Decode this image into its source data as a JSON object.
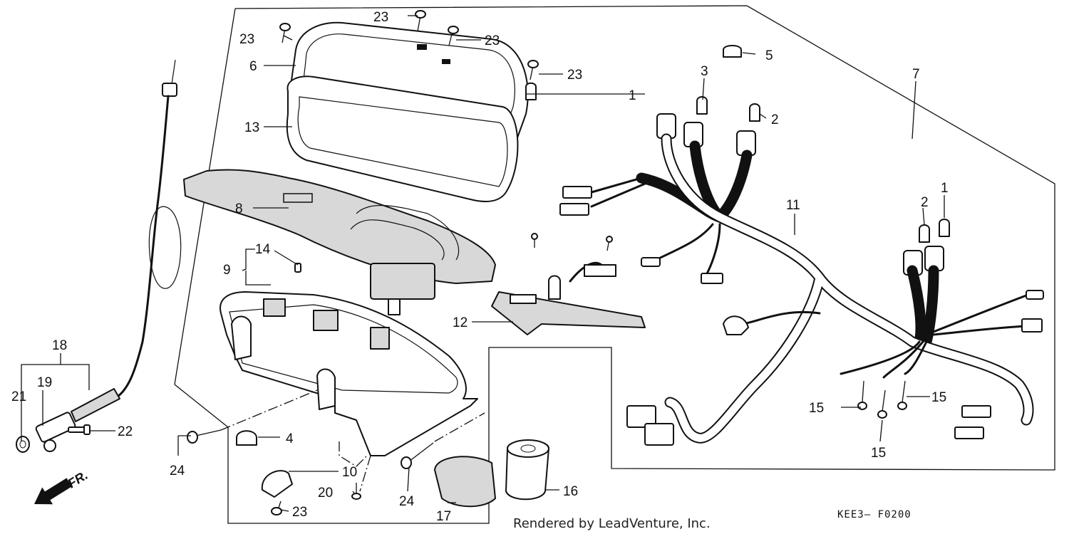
{
  "callouts": {
    "c1a": "1",
    "c1b": "1",
    "c2a": "2",
    "c2b": "2",
    "c3": "3",
    "c4": "4",
    "c5": "5",
    "c6": "6",
    "c7": "7",
    "c8": "8",
    "c9": "9",
    "c10": "10",
    "c11": "11",
    "c12": "12",
    "c13": "13",
    "c14": "14",
    "c15a": "15",
    "c15b": "15",
    "c15c": "15",
    "c16": "16",
    "c17": "17",
    "c18": "18",
    "c19": "19",
    "c20": "20",
    "c21": "21",
    "c22": "22",
    "c23a": "23",
    "c23b": "23",
    "c23c": "23",
    "c23d": "23",
    "c23e": "23",
    "c24a": "24",
    "c24b": "24"
  },
  "footer": {
    "rendered_by": "Rendered by LeadVenture, Inc.",
    "diagram_code": "KEE3— F0200",
    "direction": "FR."
  }
}
